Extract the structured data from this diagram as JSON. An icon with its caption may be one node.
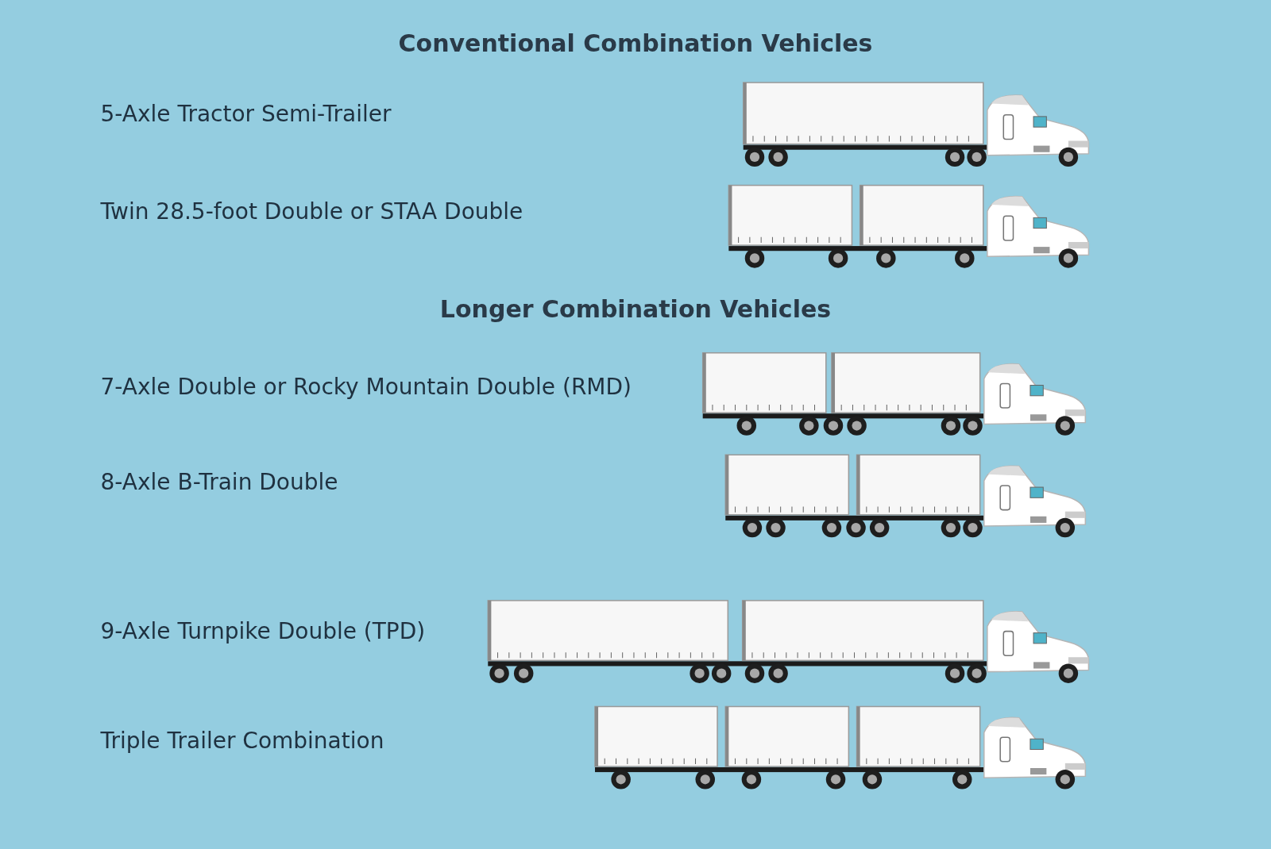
{
  "diagram": {
    "labels": [
      "Conventional Combination Vehicles",
      "5-Axle Tractor Semi-Trailer",
      "Twin 28.5-foot Double or STAA Double",
      "Longer Combination Vehicles",
      "7-Axle Double or Rocky Mountain Double (RMD)",
      "8-Axle B-Train Double",
      "9-Axle Turnpike Double (TPD)",
      "Triple Trailer Combination"
    ]
  }
}
